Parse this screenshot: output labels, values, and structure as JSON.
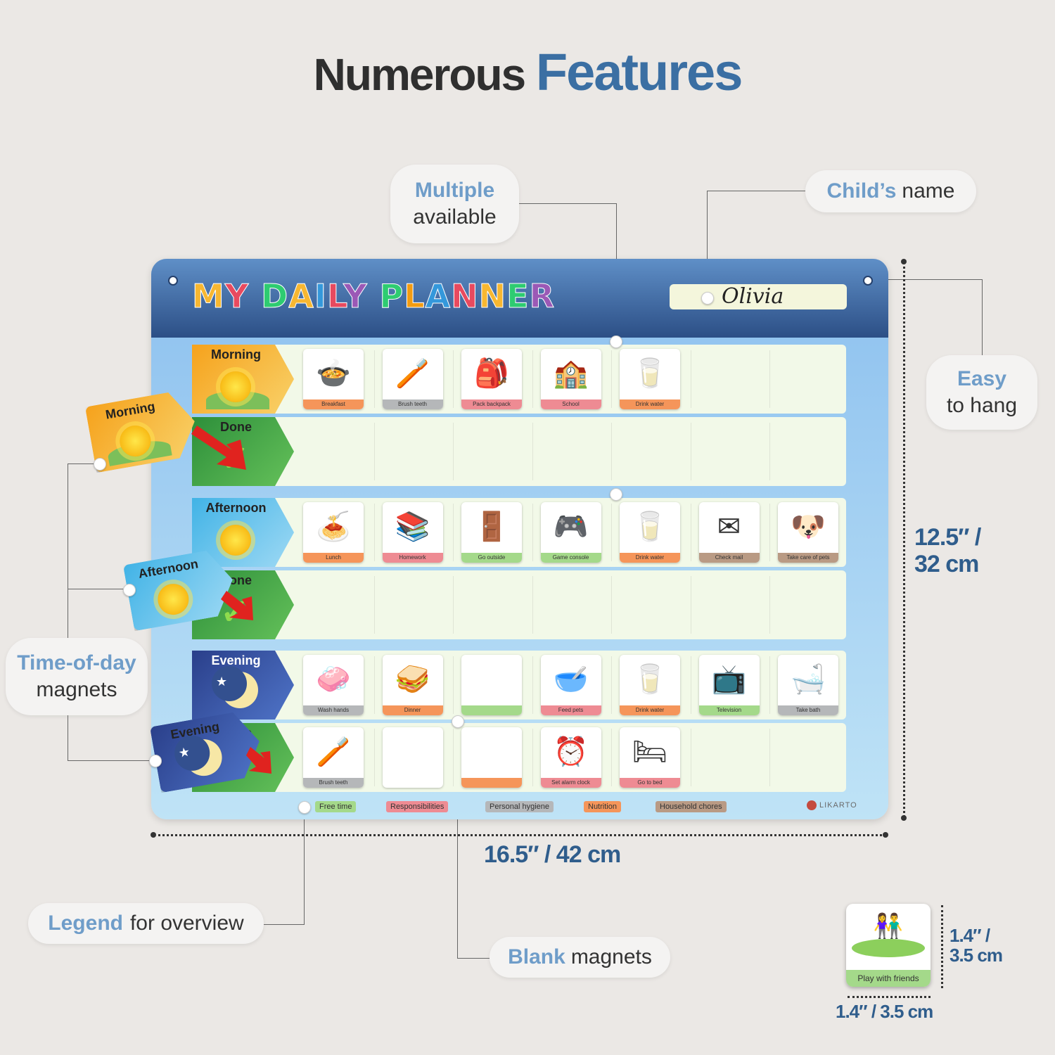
{
  "headline": {
    "word1": "Numerous",
    "word2": "Features"
  },
  "callouts": {
    "multiple": {
      "accent": "Multiple",
      "rest": "available"
    },
    "child_name": {
      "accent": "Child’s",
      "rest": "name"
    },
    "easy_hang": {
      "accent": "Easy",
      "rest": "to hang"
    },
    "time_of_day": {
      "accent": "Time-of-day",
      "rest": "magnets"
    },
    "legend": {
      "accent": "Legend",
      "rest": "for overview"
    },
    "blank": {
      "accent": "Blank",
      "rest": "magnets"
    }
  },
  "board": {
    "title": "MY DAILY PLANNER",
    "title_colors": [
      "#f7b731",
      "#e84a5f",
      "#2ecc71",
      "#f7b731",
      "#3498db",
      "#e84a5f",
      "#9b59b6",
      "#2ecc71",
      "#f39c12",
      "#3498db",
      "#e84a5f",
      "#f7b731",
      "#2ecc71",
      "#9b59b6",
      "#e84a5f",
      "#3498db"
    ],
    "child_name": "Olivia",
    "rows": {
      "morning": {
        "label": "Morning",
        "cards": [
          {
            "caption": "Breakfast",
            "icon": "🍲",
            "cat": "nut"
          },
          {
            "caption": "Brush teeth",
            "icon": "🪥",
            "cat": "hyg"
          },
          {
            "caption": "Pack backpack",
            "icon": "🎒",
            "cat": "res"
          },
          {
            "caption": "School",
            "icon": "🏫",
            "cat": "res"
          },
          {
            "caption": "Drink water",
            "icon": "🥛",
            "cat": "nut"
          }
        ]
      },
      "morning_done": {
        "label": "Done"
      },
      "afternoon": {
        "label": "Afternoon",
        "cards": [
          {
            "caption": "Lunch",
            "icon": "🍝",
            "cat": "nut"
          },
          {
            "caption": "Homework",
            "icon": "📚",
            "cat": "res"
          },
          {
            "caption": "Go outside",
            "icon": "🚪",
            "cat": "free"
          },
          {
            "caption": "Game console",
            "icon": "🎮",
            "cat": "free"
          },
          {
            "caption": "Drink water",
            "icon": "🥛",
            "cat": "nut"
          },
          {
            "caption": "Check mail",
            "icon": "✉",
            "cat": "house"
          },
          {
            "caption": "Take care of pets",
            "icon": "🐶",
            "cat": "house"
          }
        ]
      },
      "afternoon_done": {
        "label": "Done"
      },
      "evening": {
        "label": "Evening",
        "cards": [
          {
            "caption": "Wash hands",
            "icon": "🧼",
            "cat": "hyg"
          },
          {
            "caption": "Dinner",
            "icon": "🥪",
            "cat": "nut"
          },
          {
            "caption": "",
            "icon": "",
            "cat": "free"
          },
          {
            "caption": "Feed pets",
            "icon": "🥣",
            "cat": "res"
          },
          {
            "caption": "Drink water",
            "icon": "🥛",
            "cat": "nut"
          },
          {
            "caption": "Television",
            "icon": "📺",
            "cat": "free"
          },
          {
            "caption": "Take bath",
            "icon": "🛁",
            "cat": "hyg"
          }
        ]
      },
      "evening_done": {
        "label": "Done",
        "cards": [
          {
            "caption": "Brush teeth",
            "icon": "🪥",
            "cat": "hyg"
          },
          {
            "caption": "",
            "icon": "",
            "cat": "none"
          },
          {
            "caption": "",
            "icon": "",
            "cat": "nut"
          },
          {
            "caption": "Set alarm clock",
            "icon": "⏰",
            "cat": "res"
          },
          {
            "caption": "Go to bed",
            "icon": "🛏",
            "cat": "res"
          }
        ]
      }
    },
    "legend": [
      {
        "label": "Free time",
        "cat": "free"
      },
      {
        "label": "Responsibilities",
        "cat": "res"
      },
      {
        "label": "Personal hygiene",
        "cat": "hyg"
      },
      {
        "label": "Nutrition",
        "cat": "nut"
      },
      {
        "label": "Household chores",
        "cat": "house"
      }
    ],
    "brand": "LIKARTO"
  },
  "magnets": {
    "morning": "Morning",
    "afternoon": "Afternoon",
    "evening": "Evening"
  },
  "dimensions": {
    "height_line1": "12.5″ /",
    "height_line2": "32 cm",
    "width": "16.5″ / 42 cm",
    "card_h_line1": "1.4″ /",
    "card_h_line2": "3.5 cm",
    "card_w": "1.4″ / 3.5 cm"
  },
  "sample_card": {
    "caption": "Play with friends",
    "icon": "👫"
  },
  "colors": {
    "accent": "#6f9dc9",
    "dimension": "#2f5d8c",
    "brand": "#3b6fa3"
  }
}
